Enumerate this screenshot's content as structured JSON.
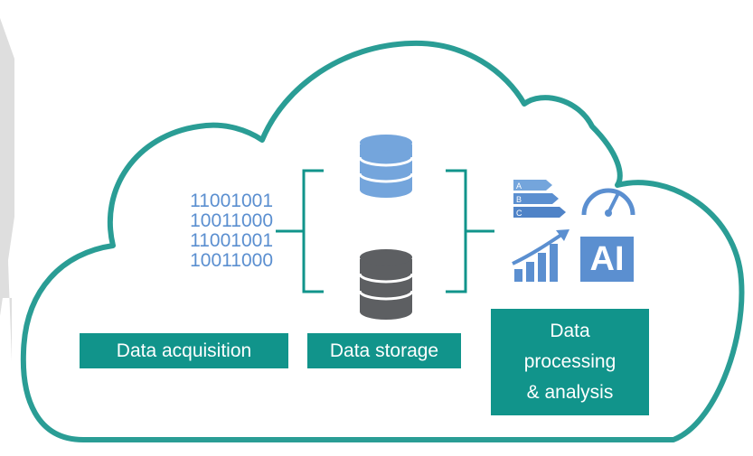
{
  "binary_lines": [
    "11001001",
    "10011000",
    "11001001",
    "10011000"
  ],
  "labels": {
    "acquisition": "Data acquisition",
    "storage": "Data storage",
    "processing": [
      "Data",
      "processing",
      "& analysis"
    ]
  },
  "icons": {
    "energy_rating_letters": [
      "A",
      "B",
      "C"
    ],
    "ai_text": "AI"
  },
  "colors": {
    "cloud_outline": "#2a9d95",
    "teal": "#11948b",
    "blue": "#5b8fd0",
    "light_blue_db": "#74a5dc",
    "dark_db": "#5d5f62",
    "arrow_gray": "#dedede"
  }
}
